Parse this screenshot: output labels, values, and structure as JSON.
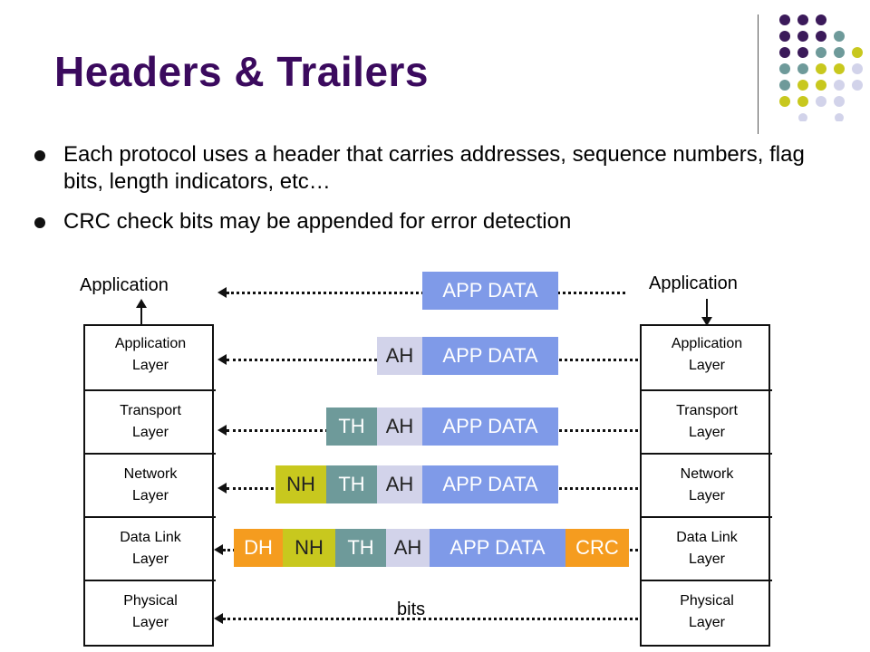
{
  "title": "Headers & Trailers",
  "bullets": [
    "Each protocol uses a header that carries addresses, sequence numbers, flag bits, length indicators, etc…",
    "CRC check bits may be appended for error detection"
  ],
  "left_stack": {
    "application_label": "Application",
    "layers": [
      {
        "line1": "Application",
        "line2": "Layer"
      },
      {
        "line1": "Transport",
        "line2": "Layer"
      },
      {
        "line1": "Network",
        "line2": "Layer"
      },
      {
        "line1": "Data Link",
        "line2": "Layer"
      },
      {
        "line1": "Physical",
        "line2": "Layer"
      }
    ]
  },
  "right_stack": {
    "application_label": "Application",
    "layers": [
      {
        "line1": "Application",
        "line2": "Layer"
      },
      {
        "line1": "Transport",
        "line2": "Layer"
      },
      {
        "line1": "Network",
        "line2": "Layer"
      },
      {
        "line1": "Data Link",
        "line2": "Layer"
      },
      {
        "line1": "Physical",
        "line2": "Layer"
      }
    ]
  },
  "packets": {
    "app": "APP DATA",
    "ah": "AH",
    "th": "TH",
    "nh": "NH",
    "dh": "DH",
    "crc": "CRC"
  },
  "bits_label": "bits",
  "colors": {
    "title": "#3b0a5e",
    "app_data": "#7f9ae8",
    "ah": "#d2d3ea",
    "th": "#6e9a9a",
    "nh": "#c8c81e",
    "dh": "#f59c1f",
    "crc": "#f59c1f"
  }
}
